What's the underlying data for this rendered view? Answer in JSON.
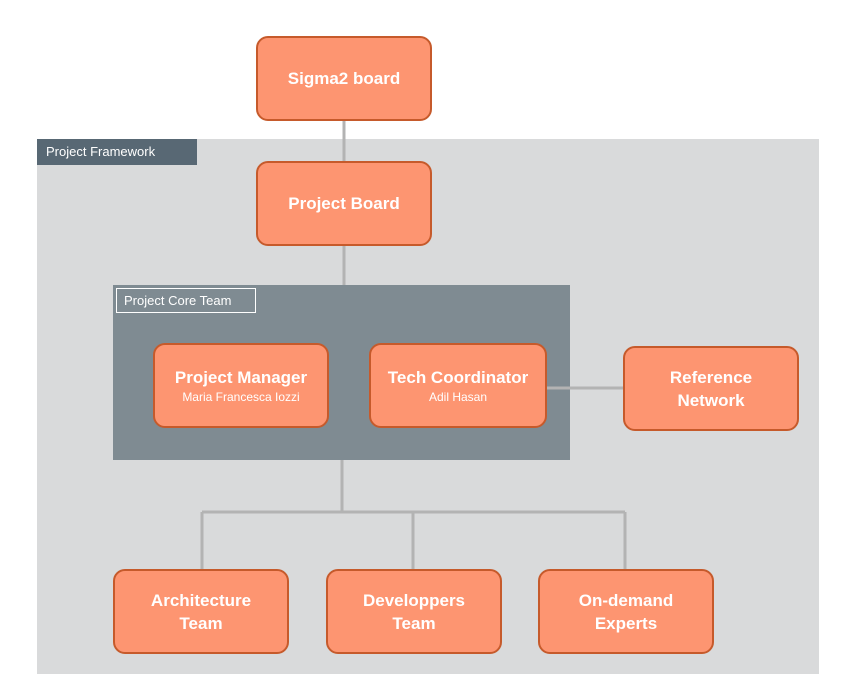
{
  "framework": {
    "label": "Project Framework"
  },
  "core_team": {
    "label": "Project Core Team"
  },
  "nodes": {
    "sigma2_board": {
      "title": "Sigma2 board"
    },
    "project_board": {
      "title": "Project Board"
    },
    "project_manager": {
      "title": "Project Manager",
      "person": "Maria Francesca Iozzi"
    },
    "tech_coordinator": {
      "title": "Tech Coordinator",
      "person": "Adil Hasan"
    },
    "reference_network": {
      "title_line1": "Reference",
      "title_line2": "Network"
    },
    "architecture_team": {
      "title_line1": "Architecture",
      "title_line2": "Team"
    },
    "developpers_team": {
      "title_line1": "Developpers",
      "title_line2": "Team"
    },
    "on_demand_experts": {
      "title_line1": "On-demand",
      "title_line2": "Experts"
    }
  },
  "colors": {
    "node_fill": "#fd9571",
    "node_border": "#c65a2b",
    "framework_bg": "#d9dadb",
    "framework_label_bg": "#586874",
    "core_bg": "#7f8b92",
    "connector": "#b3b3b3"
  }
}
